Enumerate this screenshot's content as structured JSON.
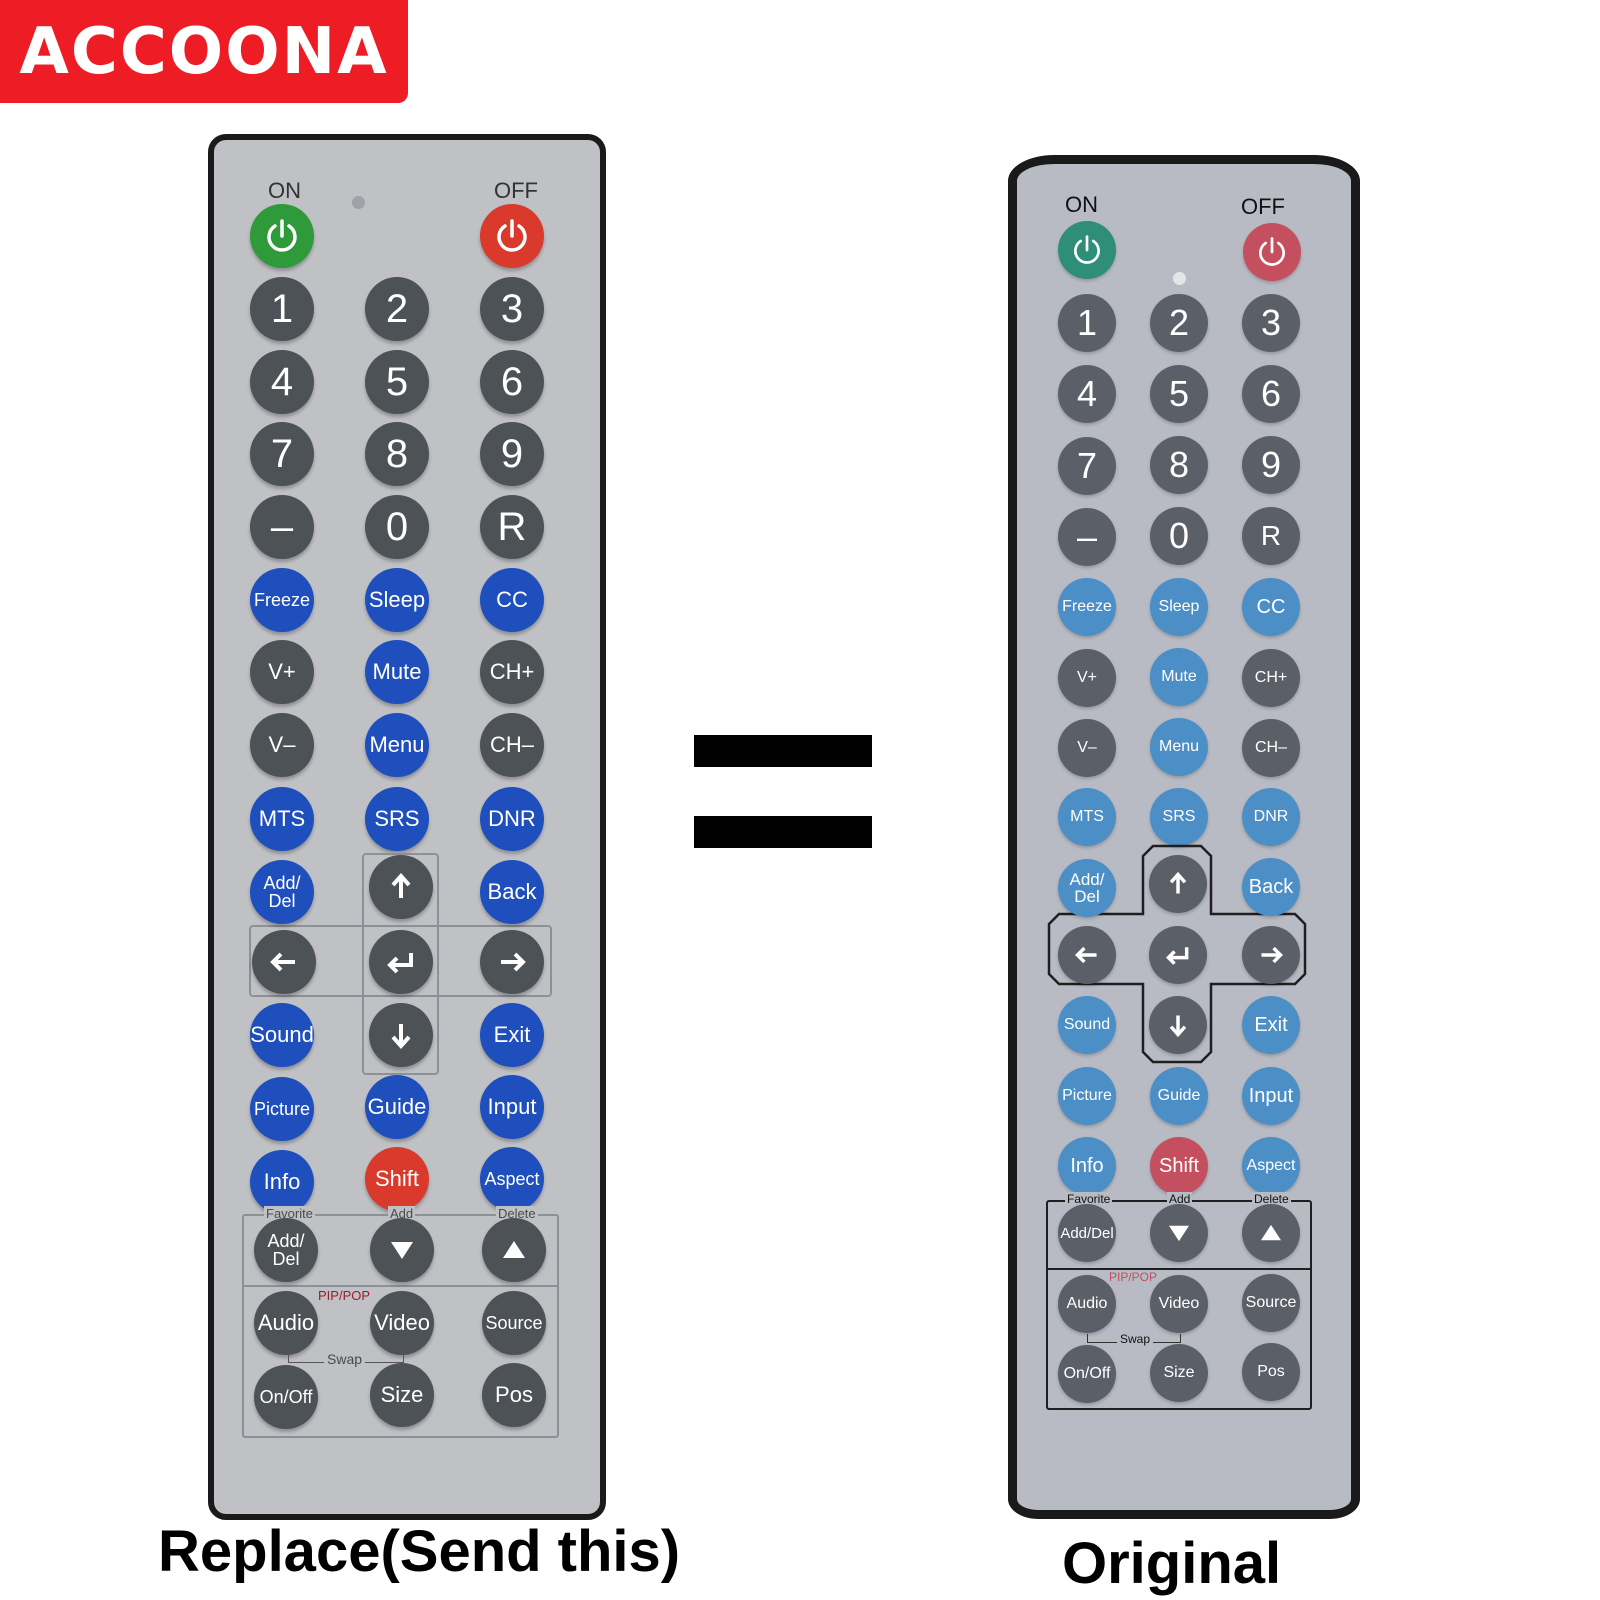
{
  "brand": {
    "text": "ACCOONA"
  },
  "captions": {
    "replacement": "Replace(Send this)",
    "original": "Original"
  },
  "equals_sign": "=",
  "remote": {
    "on_label": "ON",
    "off_label": "OFF",
    "digits": [
      "1",
      "2",
      "3",
      "4",
      "5",
      "6",
      "7",
      "8",
      "9",
      "–",
      "0",
      "R"
    ],
    "freeze": "Freeze",
    "sleep": "Sleep",
    "cc": "CC",
    "vol_up": "V+",
    "mute": "Mute",
    "ch_up": "CH+",
    "vol_down": "V–",
    "menu": "Menu",
    "ch_down": "CH–",
    "mts": "MTS",
    "srs": "SRS",
    "dnr": "DNR",
    "add_del": "Add/\nDel",
    "add_del_inline": "Add/Del",
    "back": "Back",
    "sound": "Sound",
    "exit": "Exit",
    "picture": "Picture",
    "guide": "Guide",
    "input": "Input",
    "info": "Info",
    "shift": "Shift",
    "aspect": "Aspect",
    "favorite_label": "Favorite",
    "add_label": "Add",
    "delete_label": "Delete",
    "pip_label": "PIP/POP",
    "swap_label": "Swap",
    "audio": "Audio",
    "video": "Video",
    "source": "Source",
    "onoff": "On/Off",
    "size": "Size",
    "pos": "Pos"
  },
  "colors": {
    "brand_red": "#ee1c24",
    "replacement_dark": "#4d5257",
    "replacement_blue": "#1f4ebd",
    "replacement_green": "#2e9a3a",
    "replacement_red": "#d93a2b",
    "original_dark": "#5b6068",
    "original_blue": "#4c8ec6",
    "original_green": "#2f8e78",
    "original_red": "#c4505f"
  },
  "icons": [
    "power-icon",
    "arrow-up-icon",
    "arrow-down-icon",
    "arrow-left-icon",
    "arrow-right-icon",
    "enter-icon",
    "triangle-down-icon",
    "triangle-up-icon"
  ]
}
